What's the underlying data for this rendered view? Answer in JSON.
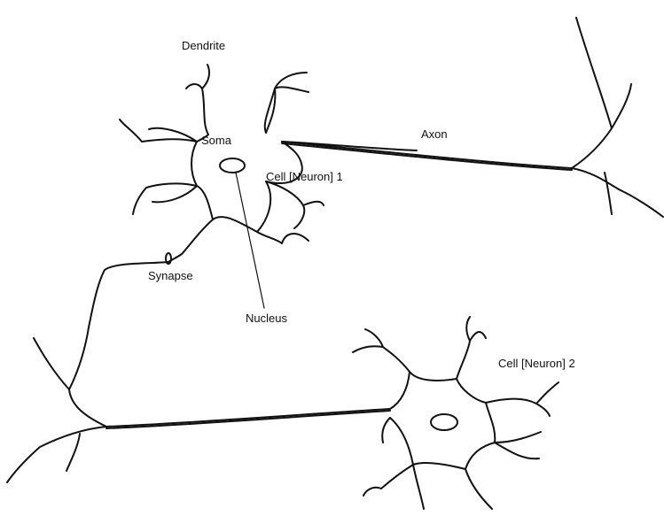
{
  "labels": {
    "dendrite": "Dendrite",
    "soma": "Soma",
    "axon": "Axon",
    "cell1": "Cell [Neuron] 1",
    "synapse": "Synapse",
    "nucleus": "Nucleus",
    "cell2": "Cell [Neuron] 2"
  },
  "colors": {
    "ink": "#111111",
    "background": "#ffffff"
  }
}
